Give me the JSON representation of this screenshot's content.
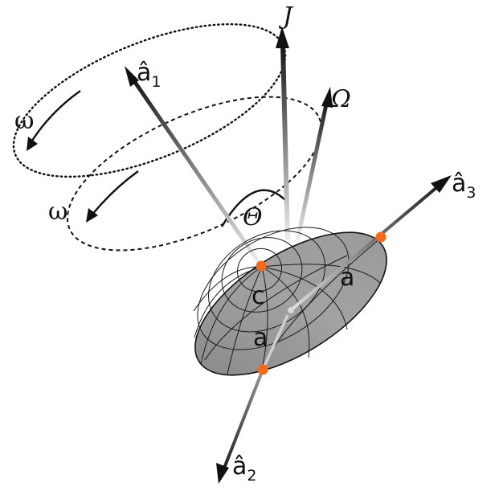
{
  "labels": {
    "J": "J",
    "Omega": "Ω",
    "omega_upper": "ω",
    "omega_lower": "ω",
    "theta": "Θ",
    "a1_hat": "â",
    "a1_sub": "1",
    "a2_hat": "â",
    "a2_sub": "2",
    "a3_hat": "â",
    "a3_sub": "3",
    "semi_axis_c": "c",
    "semi_axis_a_front": "a",
    "semi_axis_a_right": "a"
  },
  "colors": {
    "ellipsoid_fill": "#9a9a9a",
    "ellipsoid_stroke": "#111111",
    "axis_dark": "#111111",
    "axis_light": "#e8e8e8",
    "marker": "#f26a1b"
  }
}
